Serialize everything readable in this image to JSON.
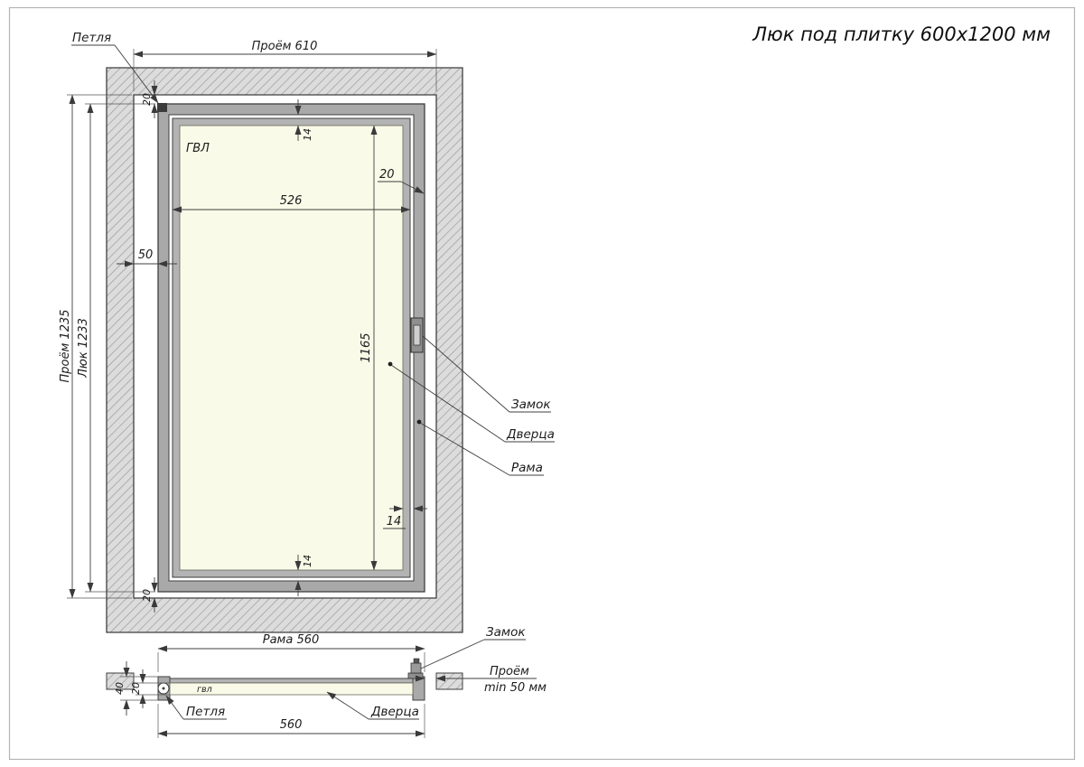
{
  "title": "Люк под плитку 600х1200 мм",
  "front_view": {
    "material_label": "ГВЛ",
    "dim_opening_width": "Проём 610",
    "dim_opening_height": "Проём 1235",
    "dim_hatch_height": "Люк 1233",
    "dim_inner_width": "526",
    "dim_inner_height": "1165",
    "dim_side_gap": "50",
    "dim_gap_top": "20",
    "dim_gap_right": "20",
    "dim_gap_bottom": "20",
    "dim_overlap_top": "14",
    "dim_overlap_right": "14",
    "dim_overlap_bottom": "14",
    "label_hinge": "Петля",
    "label_lock": "Замок",
    "label_door": "Дверца",
    "label_frame": "Рама"
  },
  "section_view": {
    "dim_frame_width": "Рама 560",
    "dim_width": "560",
    "dim_depth": "40",
    "dim_panel_thickness": "20",
    "label_lock": "Замок",
    "label_hinge": "Петля",
    "label_door": "Дверца",
    "material_label": "гвл",
    "note_opening_line1": "Проём",
    "note_opening_line2": "min 50 мм"
  },
  "colors": {
    "wall_fill": "#dcdcdc",
    "wall_hatch_line": "#9b9b9b",
    "frame_gray": "#a9a9a9",
    "door_gray": "#b3b3b3",
    "panel_cream": "#fafae8",
    "line": "#3f3f3f"
  }
}
